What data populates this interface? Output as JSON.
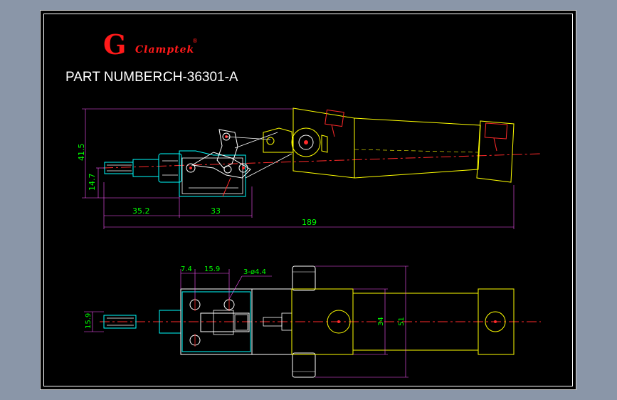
{
  "logo": {
    "mark": "G",
    "name": "Clamptek",
    "registered": "®"
  },
  "title": {
    "label": "PART NUMBER:",
    "part_number": "CH-36301-A"
  },
  "side_view": {
    "dimensions": {
      "overall_height": "41.5",
      "pin_height": "14.7",
      "plunger_len": "35.2",
      "base_len": "33",
      "total_len": "189"
    }
  },
  "top_view": {
    "dimensions": {
      "hole_offset": "7.4",
      "hole_pitch": "15.9",
      "holes": "3-ø4.4",
      "width": "15.9",
      "inner_width": "34",
      "outer_width": "51"
    }
  },
  "colors": {
    "outline": "#ffff00",
    "cyan": "#00ffff",
    "white": "#ffffff",
    "red": "#ff2a2a",
    "dimension": "#ff55ff",
    "text": "#00ff00"
  }
}
